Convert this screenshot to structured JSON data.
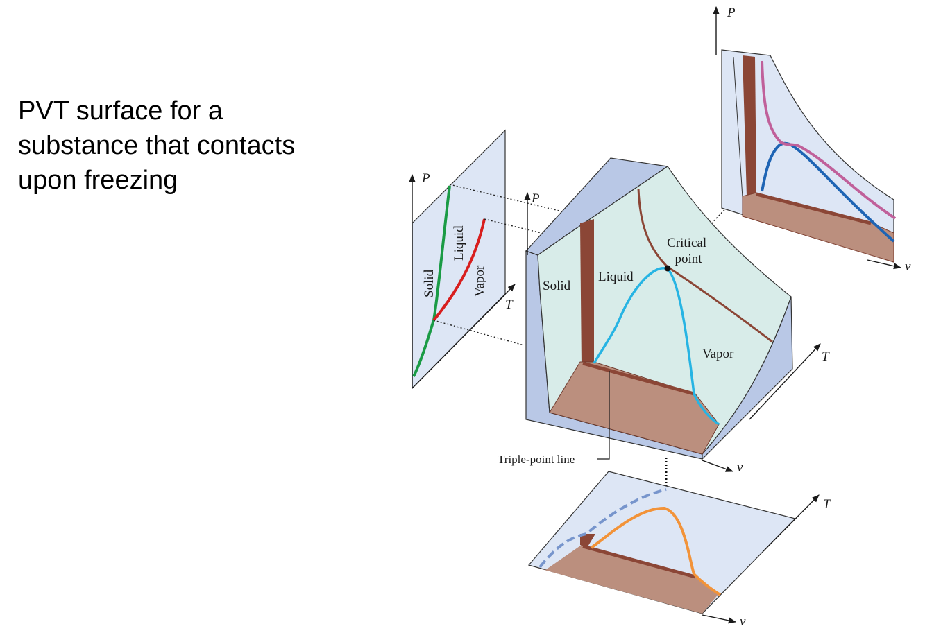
{
  "title": "PVT surface for a substance that contacts upon freezing",
  "colors": {
    "panel_fill": "#dde6f5",
    "block_side": "#b9c8e6",
    "surface_fill": "#d8ece9",
    "solid_bar": "#8b4636",
    "base_fill": "#bb8f7e",
    "fusion_curve": "#1a9b45",
    "vaporization_curve": "#d81e1e",
    "dome_curve": "#27b4e3",
    "isotherm": "#8b4636",
    "pv_dome": "#1e64b4",
    "pv_isotherm": "#c0609a",
    "tv_dashed": "#7795cc",
    "tv_curve": "#f29339"
  },
  "pt_diagram": {
    "p_axis": "P",
    "t_axis": "T",
    "labels": {
      "solid": "Solid",
      "liquid": "Liquid",
      "vapor": "Vapor"
    }
  },
  "main_surface": {
    "p_axis": "P",
    "t_axis": "T",
    "v_axis": "v",
    "labels": {
      "solid": "Solid",
      "liquid": "Liquid",
      "vapor": "Vapor",
      "critical_line1": "Critical",
      "critical_line2": "point",
      "triple_point_line": "Triple-point line"
    }
  },
  "pv_diagram": {
    "p_axis": "P",
    "v_axis": "v"
  },
  "tv_diagram": {
    "t_axis": "T",
    "v_axis": "v"
  }
}
